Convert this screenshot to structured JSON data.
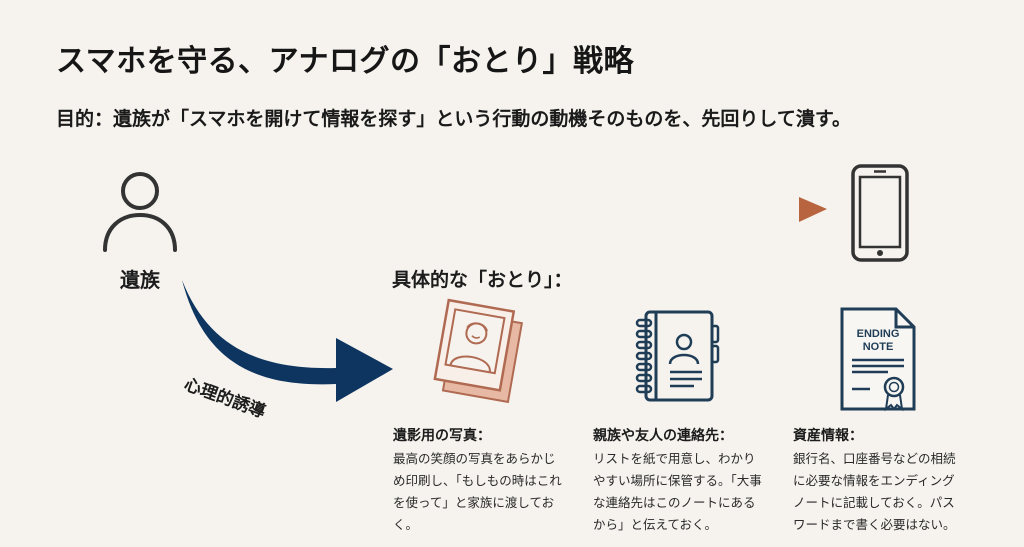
{
  "header": {
    "title": "スマホを守る、アナログの「おとり」戦略",
    "purpose": "目的：遺族が「スマホを開けて情報を探す」という行動の動機そのものを、先回りして潰す。"
  },
  "diagram": {
    "person_label": "遺族",
    "guide_label": "心理的誘導",
    "examples_heading": "具体的な「おとり」：",
    "colors": {
      "navy_arrow": "#0d3560",
      "dotted_arrow": "#b8653f",
      "photo_icon": "#b06a52",
      "photo_fill": "#e7b9a4",
      "outline_icon": "#1f3d57",
      "person_icon": "#333333"
    },
    "icons": {
      "person": "person-icon",
      "phone": "smartphone-icon",
      "photo": "portrait-photo-icon",
      "address_book": "address-book-icon",
      "ending_note": "ending-note-document-icon"
    },
    "ending_note_text": [
      "ENDING",
      "NOTE"
    ],
    "items": [
      {
        "title": "遺影用の写真：",
        "body": "最高の笑顔の写真をあらかじめ印刷し、「もしもの時はこれを使って」と家族に渡しておく。"
      },
      {
        "title": "親族や友人の連絡先：",
        "body": "リストを紙で用意し、わかりやすい場所に保管する。「大事な連絡先はこのノートにあるから」と伝えておく。"
      },
      {
        "title": "資産情報：",
        "body": "銀行名、口座番号などの相続に必要な情報をエンディングノートに記載しておく。パスワードまで書く必要はない。"
      }
    ]
  }
}
